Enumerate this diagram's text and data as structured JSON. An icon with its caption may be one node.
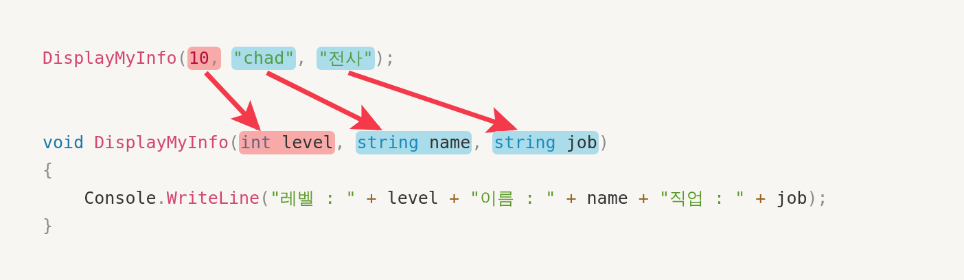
{
  "diagram": {
    "nodes": [
      {
        "text": [
          "10,"
        ]
      },
      {
        "text": [
          "\"chad\""
        ]
      },
      {
        "text": [
          "\"전사\""
        ]
      },
      {
        "text": [
          "int level"
        ]
      },
      {
        "text": [
          "string name"
        ]
      },
      {
        "text": [
          "string job"
        ]
      }
    ],
    "edges": [
      {
        "from": 0,
        "to": 3,
        "arrow": "to"
      },
      {
        "from": 1,
        "to": 4,
        "arrow": "to"
      },
      {
        "from": 2,
        "to": 5,
        "arrow": "to"
      }
    ],
    "labels": [
      "DisplayMyInfo(",
      ",",
      ");",
      "void",
      "DisplayMyInfo(",
      ",",
      ",",
      ")",
      "{",
      "Console.WriteLine(\"레벨 : \" + level + \"이름 : \" + name + \"직업 : \" + job);",
      "}"
    ]
  }
}
